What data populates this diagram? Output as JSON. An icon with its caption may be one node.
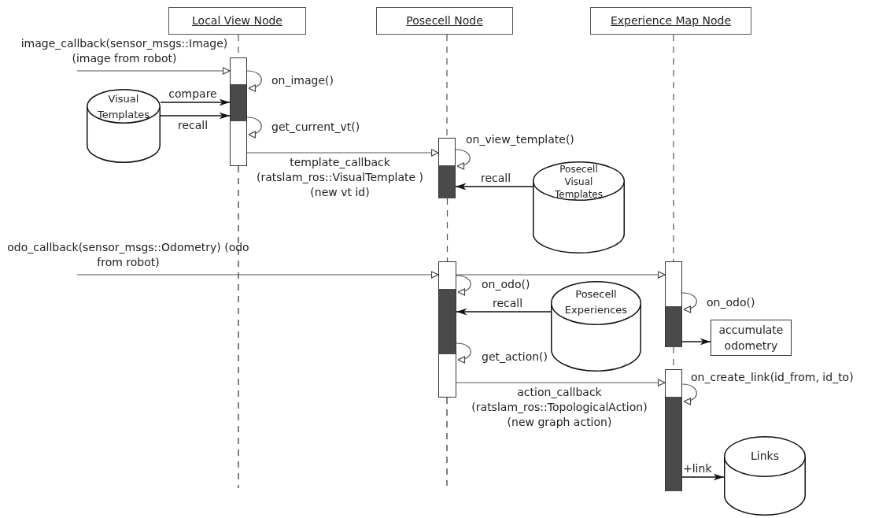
{
  "diagram": {
    "nodes": [
      {
        "text": [
          "Local View Node"
        ]
      },
      {
        "text": [
          "Posecell Node"
        ]
      },
      {
        "text": [
          "Experience Map Node"
        ]
      },
      {
        "text": [
          "Visual Templates"
        ]
      },
      {
        "text": [
          "Posecell Visual Templates"
        ]
      },
      {
        "text": [
          "Posecell Experiences"
        ]
      },
      {
        "text": [
          "accumulate odometry"
        ]
      },
      {
        "text": [
          "Links"
        ]
      },
      {
        "text": [],
        "shape": "bar"
      },
      {
        "text": [],
        "shape": "bar"
      },
      {
        "text": [],
        "shape": "bar"
      },
      {
        "text": [],
        "shape": "bar"
      },
      {
        "text": [],
        "shape": "bar"
      }
    ],
    "edges": [
      {
        "from": null,
        "to": 8,
        "arrow": "to",
        "label": "image_callback(sensor_msgs::Image) (image from robot)"
      },
      {
        "from": 8,
        "to": 8,
        "arrow": "to",
        "label": "on_image()"
      },
      {
        "from": 3,
        "to": 8,
        "arrow": "to",
        "label": "compare"
      },
      {
        "from": 3,
        "to": 8,
        "arrow": "to",
        "label": "recall"
      },
      {
        "from": 8,
        "to": 8,
        "arrow": "to",
        "label": "get_current_vt()"
      },
      {
        "from": 8,
        "to": 9,
        "arrow": "to",
        "label": "template_callback (ratslam_ros::VisualTemplate ) (new vt id)"
      },
      {
        "from": 9,
        "to": 9,
        "arrow": "to",
        "label": "on_view_template()"
      },
      {
        "from": 4,
        "to": 9,
        "arrow": "to",
        "label": "recall"
      },
      {
        "from": null,
        "to": 10,
        "arrow": "to",
        "label": "odo_callback(sensor_msgs::Odometry) (odo from robot)"
      },
      {
        "from": 10,
        "to": 11,
        "arrow": "to"
      },
      {
        "from": 10,
        "to": 10,
        "arrow": "to",
        "label": "on_odo()"
      },
      {
        "from": 5,
        "to": 10,
        "arrow": "to",
        "label": "recall"
      },
      {
        "from": 10,
        "to": 10,
        "arrow": "to",
        "label": "get_action()"
      },
      {
        "from": 11,
        "to": 11,
        "arrow": "to",
        "label": "on_odo()"
      },
      {
        "from": 11,
        "to": 6,
        "arrow": "to"
      },
      {
        "from": 10,
        "to": 12,
        "arrow": "to",
        "label": "action_callback (ratslam_ros::TopologicalAction) (new graph action)"
      },
      {
        "from": 12,
        "to": 12,
        "arrow": "to",
        "label": "on_create_link(id_from, id_to)"
      },
      {
        "from": 12,
        "to": 7,
        "arrow": "to",
        "label": "+link"
      },
      {
        "from": 0,
        "to": 8,
        "arrow": "none",
        "style": "dashed"
      },
      {
        "from": 1,
        "to": 9,
        "arrow": "none",
        "style": "dashed"
      },
      {
        "from": 9,
        "to": 10,
        "arrow": "none",
        "style": "dashed"
      },
      {
        "from": 2,
        "to": 11,
        "arrow": "none",
        "style": "dashed"
      },
      {
        "from": 11,
        "to": 12,
        "arrow": "none",
        "style": "dashed"
      }
    ]
  }
}
